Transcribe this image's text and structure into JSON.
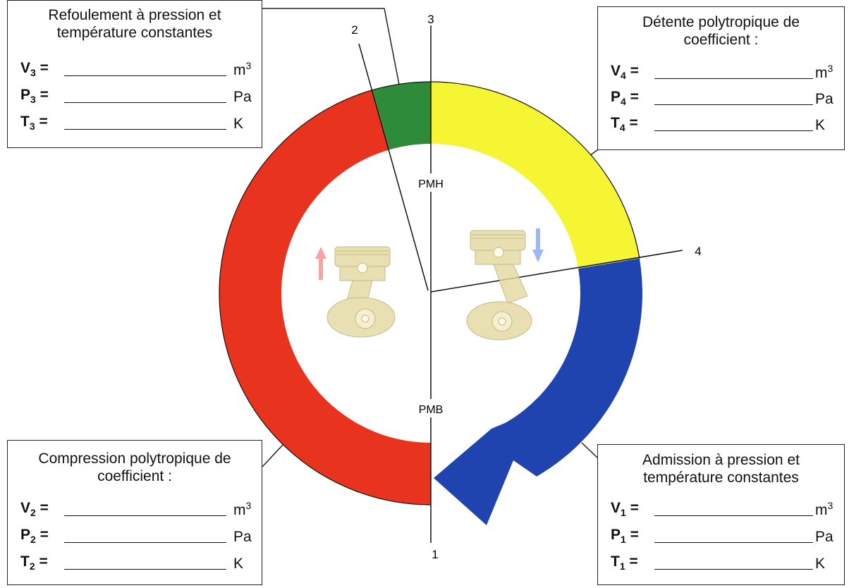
{
  "phases": [
    {
      "id": "refoulement",
      "title_lines": [
        "Refoulement à pression et",
        "température constantes"
      ],
      "rows": [
        {
          "letter": "V",
          "index": "3",
          "unit": "m",
          "unit_sup": "3"
        },
        {
          "letter": "P",
          "index": "3",
          "unit": "Pa",
          "unit_sup": ""
        },
        {
          "letter": "T",
          "index": "3",
          "unit": "K",
          "unit_sup": ""
        }
      ]
    },
    {
      "id": "detente",
      "title_lines": [
        "Détente polytropique de",
        "coefficient :"
      ],
      "rows": [
        {
          "letter": "V",
          "index": "4",
          "unit": "m",
          "unit_sup": "3"
        },
        {
          "letter": "P",
          "index": "4",
          "unit": "Pa",
          "unit_sup": ""
        },
        {
          "letter": "T",
          "index": "4",
          "unit": "K",
          "unit_sup": ""
        }
      ]
    },
    {
      "id": "compression",
      "title_lines": [
        "Compression polytropique de",
        "coefficient :"
      ],
      "rows": [
        {
          "letter": "V",
          "index": "2",
          "unit": "m",
          "unit_sup": "3"
        },
        {
          "letter": "P",
          "index": "2",
          "unit": "Pa",
          "unit_sup": ""
        },
        {
          "letter": "T",
          "index": "2",
          "unit": "K",
          "unit_sup": ""
        }
      ]
    },
    {
      "id": "admission",
      "title_lines": [
        "Admission à pression et",
        "température constantes"
      ],
      "rows": [
        {
          "letter": "V",
          "index": "1",
          "unit": "m",
          "unit_sup": "3"
        },
        {
          "letter": "P",
          "index": "1",
          "unit": "Pa",
          "unit_sup": ""
        },
        {
          "letter": "T",
          "index": "1",
          "unit": "K",
          "unit_sup": ""
        }
      ]
    }
  ],
  "equals": "=",
  "dead_centers": {
    "top": "PMH",
    "bottom": "PMB"
  },
  "point_labels": {
    "p1": "1",
    "p2": "2",
    "p3": "3",
    "p4": "4"
  },
  "sector_colors": {
    "compression": "#e8331f",
    "refoulement": "#2e8b3a",
    "detente": "#f5f533",
    "admission": "#1f44b0"
  },
  "arrow_colors": {
    "up": "#f2a5a5",
    "down": "#9fb7f0"
  },
  "piston_color": "#e3d8a0"
}
